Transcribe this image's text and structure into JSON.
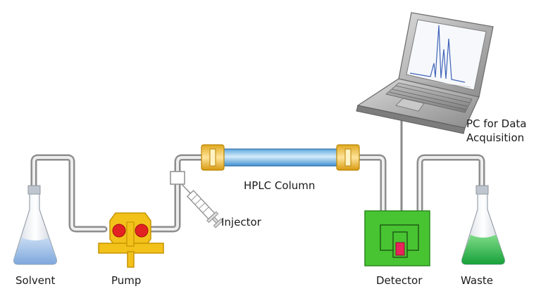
{
  "labels": {
    "solvent": "Solvent",
    "pump": "Pump",
    "injector": "Injector",
    "column": "HPLC Column",
    "detector": "Detector",
    "waste": "Waste",
    "pc_line1": "PC for Data",
    "pc_line2": "Acquisition"
  },
  "colors": {
    "tube_outer": "#8e8e8e",
    "tube_inner": "#e6e6e6",
    "column_blue": "#8fc6ee",
    "fitting_yellow": "#f4c83c",
    "pump_yellow": "#f2c21b",
    "pump_red": "#e32222",
    "detector_green": "#48c432",
    "detector_red": "#e8245b",
    "solvent_liquid": "#a9c8ec",
    "waste_liquid": "#2fb84a",
    "laptop_gray": "#9a9a9a"
  }
}
